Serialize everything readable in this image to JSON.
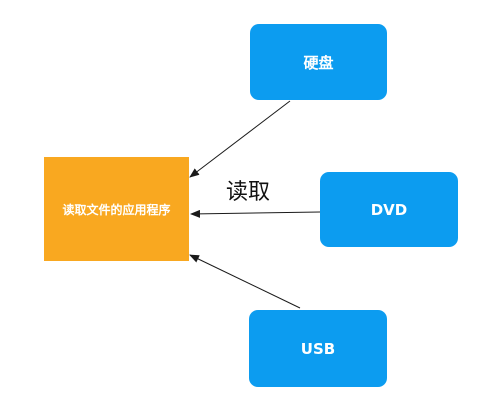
{
  "diagram": {
    "target": {
      "label": "读取文件的应用程序",
      "color": "#f9a820"
    },
    "sources": [
      {
        "id": "disk",
        "label": "硬盘",
        "color": "#0c9cf0"
      },
      {
        "id": "dvd",
        "label": "DVD",
        "color": "#0c9cf0"
      },
      {
        "id": "usb",
        "label": "USB",
        "color": "#0c9cf0"
      }
    ],
    "edge_label": "读取",
    "edges": [
      {
        "from": "disk",
        "to": "target"
      },
      {
        "from": "dvd",
        "to": "target"
      },
      {
        "from": "usb",
        "to": "target"
      }
    ]
  }
}
